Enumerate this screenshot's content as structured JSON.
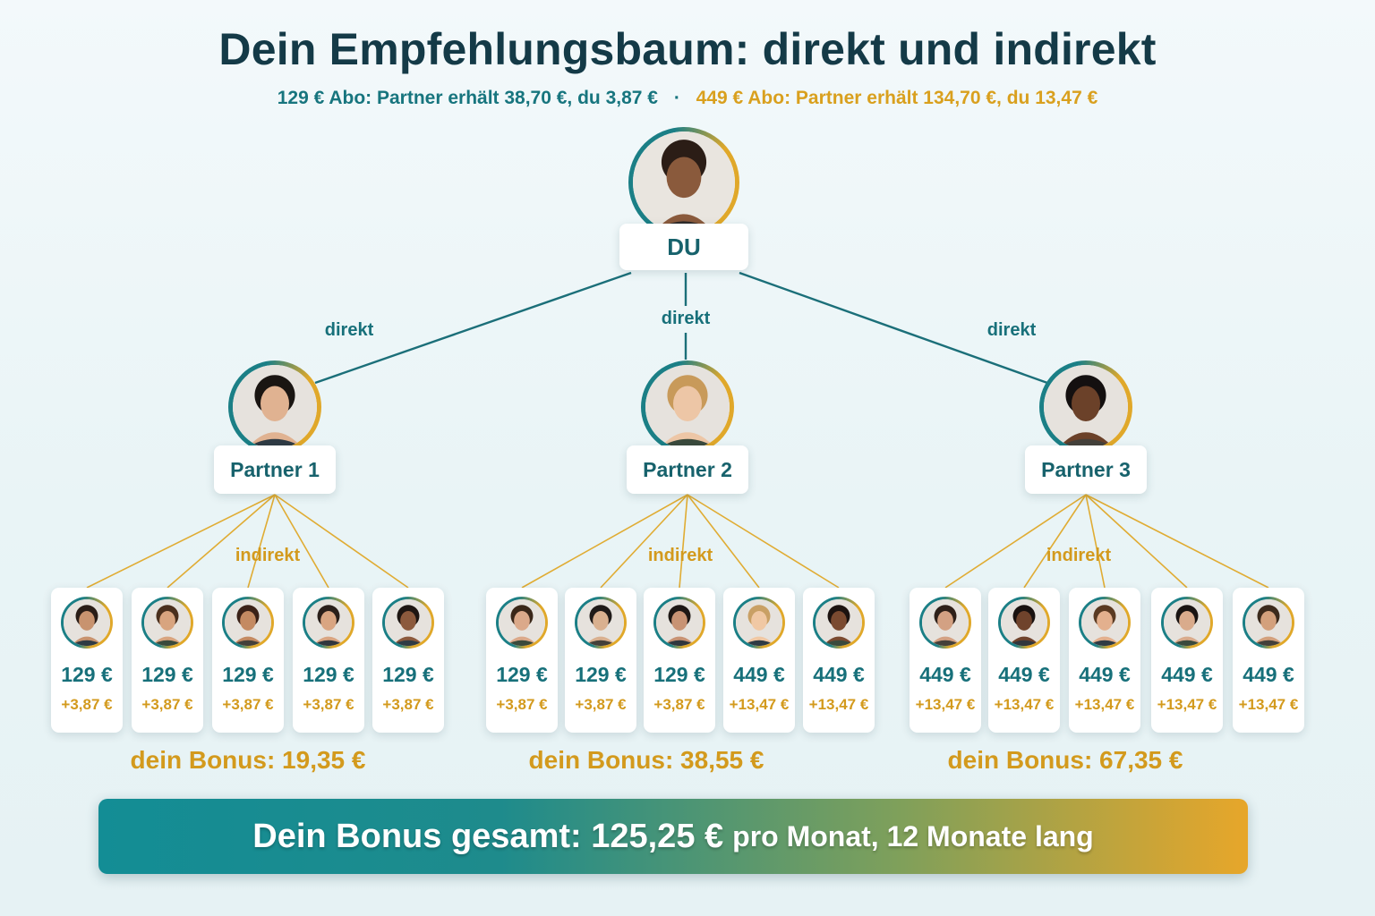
{
  "title": "Dein Empfehlungsbaum: direkt und indirekt",
  "subtitle": {
    "plan_a": "129 € Abo: Partner erhält 38,70 €, du 3,87 €",
    "separator": "·",
    "plan_b": "449 € Abo: Partner erhält 134,70 €, du 13,47 €"
  },
  "colors": {
    "teal": "#17707a",
    "gold": "#d39a1d",
    "navy": "#143a47"
  },
  "root": {
    "label": "DU",
    "avatar": "person-avatar"
  },
  "edge_labels": {
    "direct": "direkt",
    "indirect": "indirekt"
  },
  "partners": [
    {
      "label": "Partner 1",
      "bonus": "dein Bonus: 19,35 €",
      "referrals": [
        {
          "price": "129 €",
          "commission": "+3,87 €"
        },
        {
          "price": "129 €",
          "commission": "+3,87 €"
        },
        {
          "price": "129 €",
          "commission": "+3,87 €"
        },
        {
          "price": "129 €",
          "commission": "+3,87 €"
        },
        {
          "price": "129 €",
          "commission": "+3,87 €"
        }
      ]
    },
    {
      "label": "Partner 2",
      "bonus": "dein Bonus: 38,55 €",
      "referrals": [
        {
          "price": "129 €",
          "commission": "+3,87 €"
        },
        {
          "price": "129 €",
          "commission": "+3,87 €"
        },
        {
          "price": "129 €",
          "commission": "+3,87 €"
        },
        {
          "price": "449 €",
          "commission": "+13,47 €"
        },
        {
          "price": "449 €",
          "commission": "+13,47 €"
        }
      ]
    },
    {
      "label": "Partner 3",
      "bonus": "dein Bonus: 67,35 €",
      "referrals": [
        {
          "price": "449 €",
          "commission": "+13,47 €"
        },
        {
          "price": "449 €",
          "commission": "+13,47 €"
        },
        {
          "price": "449 €",
          "commission": "+13,47 €"
        },
        {
          "price": "449 €",
          "commission": "+13,47 €"
        },
        {
          "price": "449 €",
          "commission": "+13,47 €"
        }
      ]
    }
  ],
  "total": {
    "main": "Dein Bonus gesamt: 125,25 €",
    "suffix": "pro Monat, 12 Monate lang"
  }
}
